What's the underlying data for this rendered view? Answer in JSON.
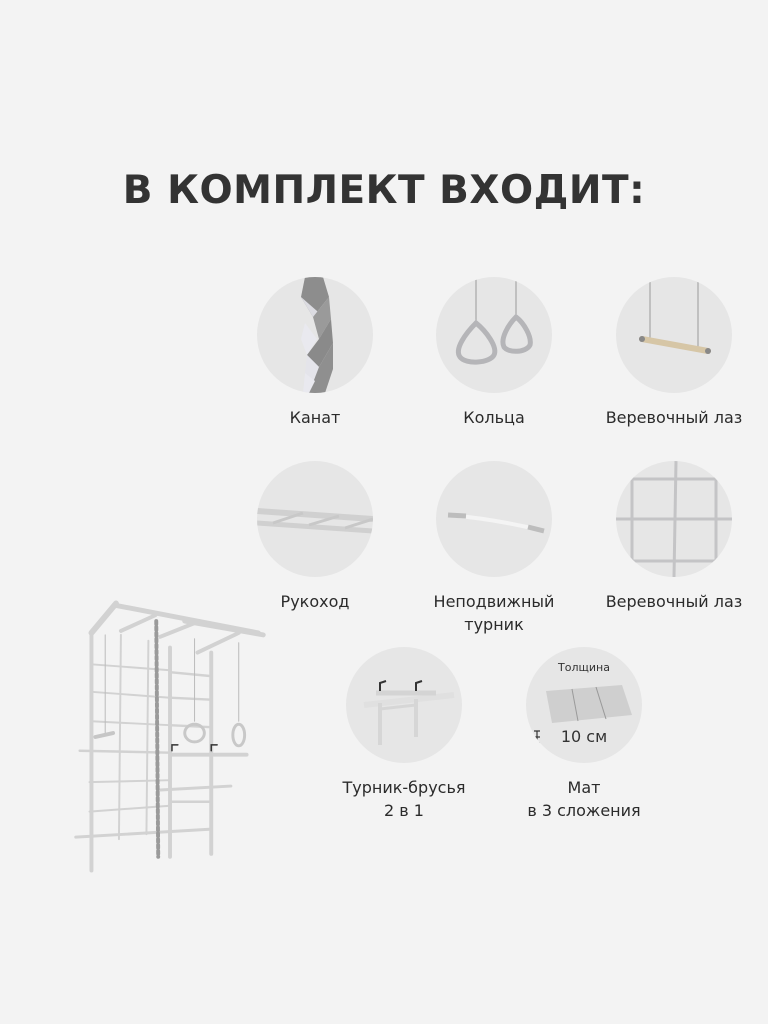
{
  "title": "В КОМПЛЕКТ ВХОДИТ:",
  "items": [
    {
      "icon": "rope-icon",
      "lines": [
        "Канат"
      ]
    },
    {
      "icon": "gymnastic-rings-icon",
      "lines": [
        "Кольца"
      ]
    },
    {
      "icon": "trapeze-bar-icon",
      "lines": [
        "Веревочный лаз"
      ]
    },
    {
      "icon": "monkey-bars-icon",
      "lines": [
        "Рукоход"
      ]
    },
    {
      "icon": "fixed-pullup-bar-icon",
      "lines": [
        "Неподвижный",
        "турник"
      ]
    },
    {
      "icon": "rope-net-icon",
      "lines": [
        "Веревочный лаз"
      ]
    },
    {
      "icon": "pullup-dip-bar-icon",
      "lines": [
        "Турник-брусья",
        "2 в 1"
      ]
    },
    {
      "icon": "folding-mat-icon",
      "lines": [
        "Мат",
        "в 3 сложения"
      ],
      "overlay_top": "Толщина",
      "overlay_bottom": "10 см"
    }
  ],
  "product_image": "wall-bars-complex-image"
}
